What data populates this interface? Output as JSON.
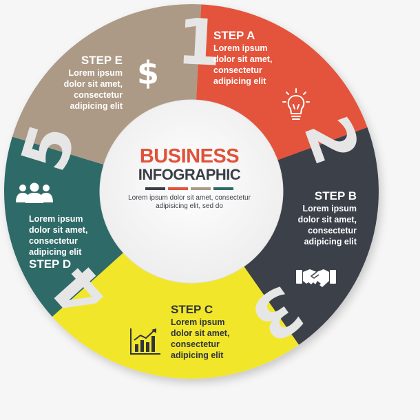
{
  "center": {
    "title_line1": "BUSINESS",
    "title_line2": "INFOGRAPHIC",
    "description": "Lorem ipsum dolor sit amet, consectetur adipisicing elit, sed do"
  },
  "steps": {
    "a": {
      "title": "STEP A",
      "l1": "Lorem ipsum",
      "l2": "dolor sit amet,",
      "l3": "consectetur",
      "l4": "adipicing elit",
      "color": "#e4533b",
      "icon": "lightbulb-icon"
    },
    "b": {
      "title": "STEP B",
      "l1": "Lorem ipsum",
      "l2": "dolor sit amet,",
      "l3": "consectetur",
      "l4": "adipicing elit",
      "color": "#3a3f48",
      "icon": "handshake-icon"
    },
    "c": {
      "title": "STEP C",
      "l1": "Lorem ipsum",
      "l2": "dolor sit amet,",
      "l3": "consectetur",
      "l4": "adipicing elit",
      "color": "#f2e62c",
      "icon": "growth-chart-icon"
    },
    "d": {
      "title": "STEP D",
      "l1": "Lorem ipsum",
      "l2": "dolor sit amet,",
      "l3": "consectetur",
      "l4": "adipicing elit",
      "color": "#2f6a68",
      "icon": "people-group-icon"
    },
    "e": {
      "title": "STEP E",
      "l1": "Lorem ipsum",
      "l2": "dolor sit amet,",
      "l3": "consectetur",
      "l4": "adipicing elit",
      "color": "#ad9a86",
      "icon": "dollar-icon"
    }
  },
  "numbers": [
    "1",
    "2",
    "3",
    "4",
    "5"
  ],
  "accent_bar_colors": [
    "#3a3f48",
    "#e4533b",
    "#ad9a86",
    "#2f6a68"
  ]
}
